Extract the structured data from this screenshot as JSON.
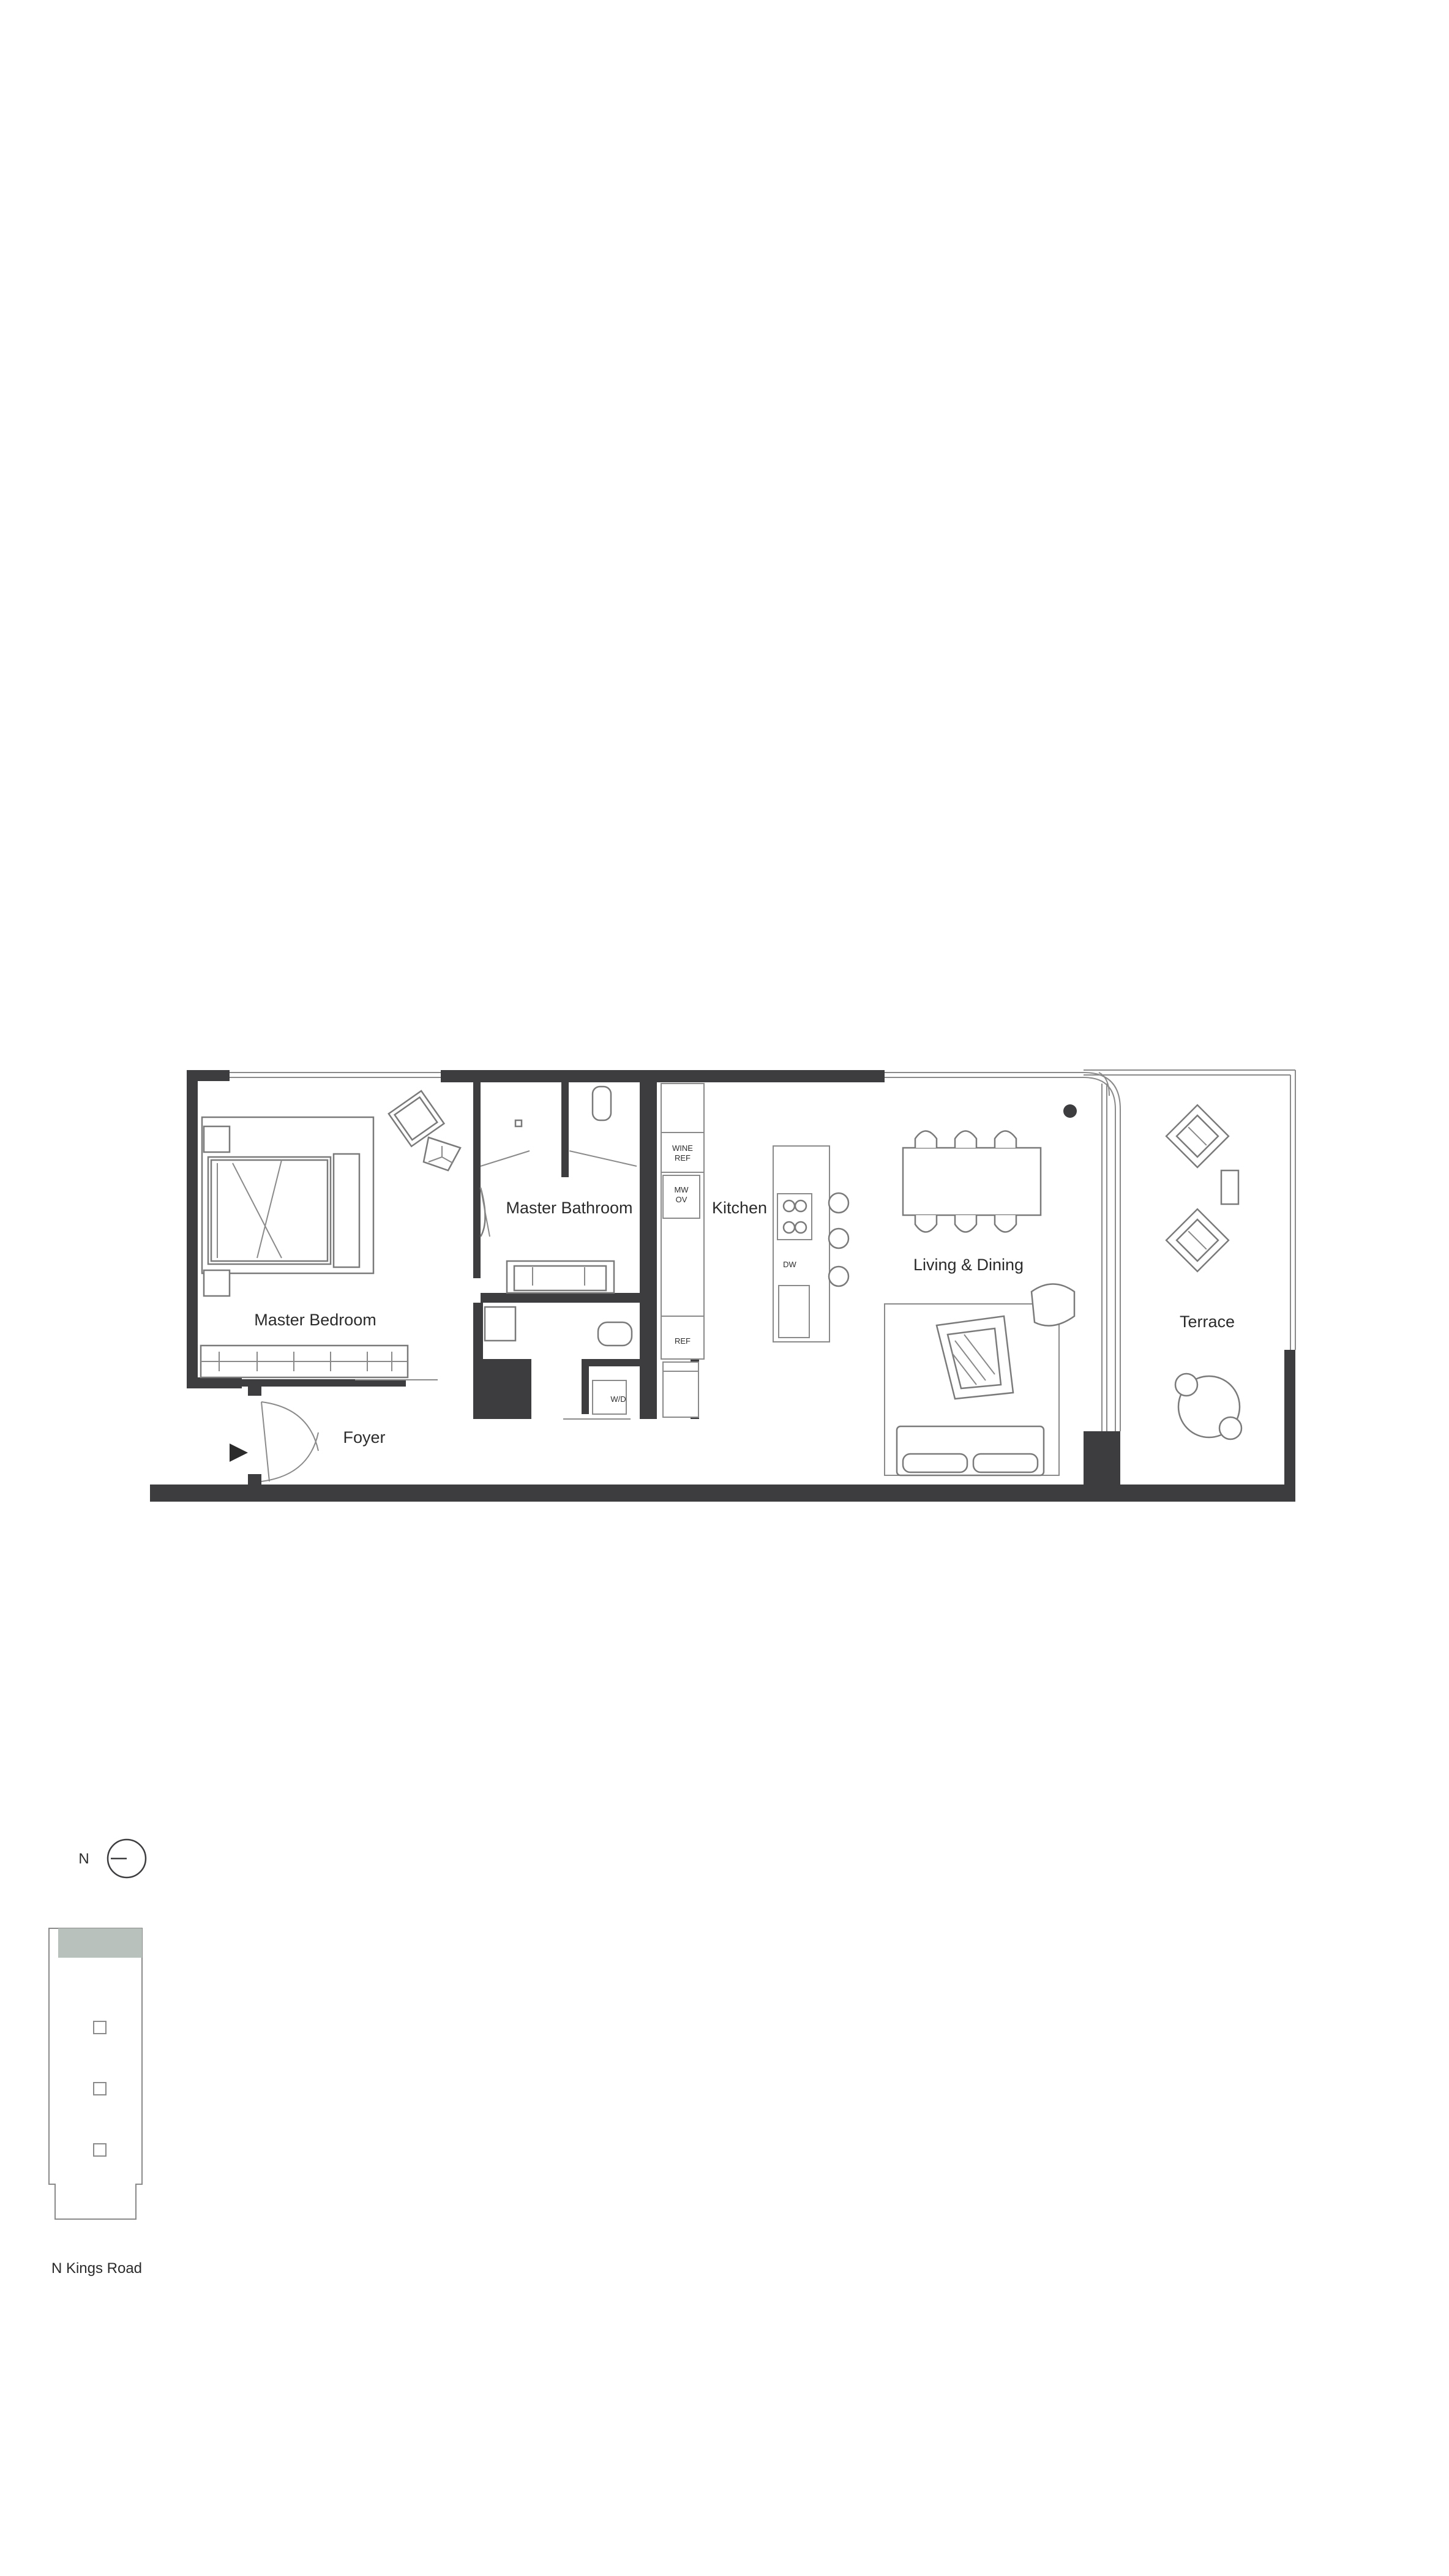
{
  "rooms": {
    "master_bedroom": "Master Bedroom",
    "master_bathroom": "Master Bathroom",
    "kitchen": "Kitchen",
    "living_dining": "Living & Dining",
    "terrace": "Terrace",
    "foyer": "Foyer"
  },
  "appliances": {
    "wine_ref_line1": "WINE",
    "wine_ref_line2": "REF",
    "mw_ov_line1": "MW",
    "mw_ov_line2": "OV",
    "dw": "DW",
    "ref": "REF",
    "wd": "W/D"
  },
  "key_plan": {
    "north_label": "N",
    "street_label": "N Kings Road"
  },
  "colors": {
    "wall": "#3d3d3f",
    "key_plan_highlight": "#b9c1bc",
    "line": "#8a8a8a"
  }
}
